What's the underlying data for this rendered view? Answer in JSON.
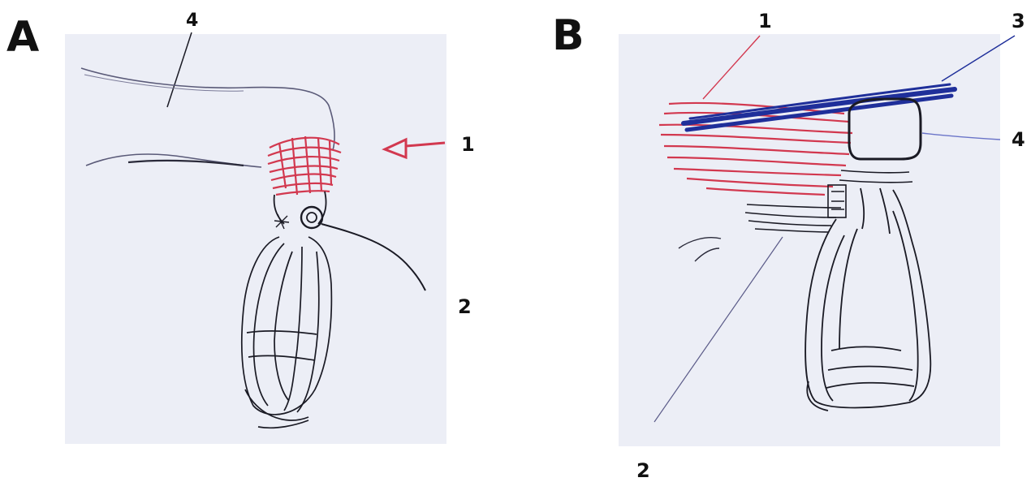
{
  "panels": [
    {
      "letter": "A",
      "labels": {
        "l1": "1",
        "l2": "2",
        "l4": "4"
      }
    },
    {
      "letter": "B",
      "labels": {
        "l1": "1",
        "l2": "2",
        "l3": "3",
        "l4": "4"
      }
    }
  ],
  "colors": {
    "paper": "#eceef6",
    "ink": "#1a1a24",
    "red": "#d2384f",
    "blue": "#1f2f9a",
    "light_blue": "#6a74c8"
  }
}
